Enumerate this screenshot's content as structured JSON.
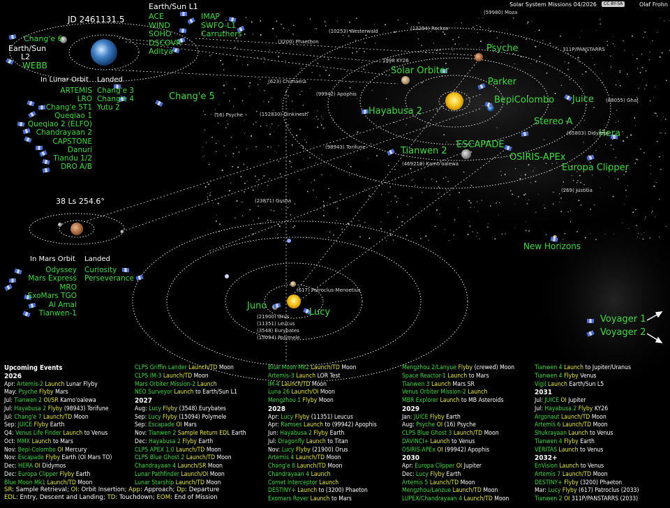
{
  "header": {
    "title": "Solar System Missions 04/2026",
    "license": "CC BY-SA",
    "author": "Olaf Frohn"
  },
  "earth_system": {
    "jd": "JD 2461131.5",
    "l1_title": "Earth/Sun L1",
    "l1_left": [
      "ACE",
      "WIND",
      "SOHO",
      "DSCOVR",
      "Aditya"
    ],
    "l1_right": [
      "IMAP",
      "SWFO-L1",
      "Carruthers"
    ],
    "l2_label": "Earth/Sun\nL2",
    "l2_line1": "Earth/Sun",
    "l2_line2": "L2",
    "webb": "WEBB",
    "change6": "Chang'e 6",
    "change5": "Chang'e 5",
    "lunar_orbit_title": "In Lunar Orbit",
    "landed_title": "Landed",
    "lunar_orbit": [
      "ARTEMIS",
      "LRO",
      "Chang'e 5T1",
      "Queqiao 1",
      "Queqiao 2 (ELFO)",
      "Chandrayaan 2",
      "CAPSTONE",
      "Danuri",
      "Tiandu 1/2",
      "DRO A/B"
    ],
    "lunar_landed": [
      "Chang'e 3",
      "Chang'e 4",
      "Yutu 2"
    ]
  },
  "mars_system": {
    "ls": "38 Ls 254.6°",
    "orbit_title": "In Mars Orbit",
    "landed_title": "Landed",
    "orbit": [
      "Odyssey",
      "Mars Express",
      "MRO",
      "ExoMars TGO",
      "Al Amal",
      "Tianwen-1"
    ],
    "landed": [
      "Curiosity",
      "Perseverance"
    ]
  },
  "inner_missions": {
    "psyche": "Psyche",
    "solar_orbiter": "Solar Orbiter",
    "parker": "Parker",
    "bepi": "BepiColombo",
    "juice": "Juice",
    "hayabusa2": "Hayabusa 2",
    "stereo": "Stereo A",
    "hera": "Hera",
    "escapade": "ESCAPADE",
    "tianwen2": "Tianwen 2",
    "osiris": "OSIRIS-APEx",
    "europa": "Europa Clipper",
    "new_horizons": "New Horizons",
    "juno": "Juno",
    "lucy": "Lucy",
    "voyager1": "Voyager 1",
    "voyager2": "Voyager 2"
  },
  "small_bodies": [
    {
      "id": "moza",
      "text": "(59980) Moza"
    },
    {
      "id": "westerwald",
      "text": "(10253) Westerwald"
    },
    {
      "id": "rockox",
      "text": "(13294) Rockox"
    },
    {
      "id": "phaethon",
      "text": "(3200) Phaethon"
    },
    {
      "id": "panstarrs",
      "text": "311P/PANSTARRS"
    },
    {
      "id": "ky26",
      "text": "1998 KY26"
    },
    {
      "id": "chimaera",
      "text": "(623) Chimaera"
    },
    {
      "id": "apophis",
      "text": "(99942) Apophis"
    },
    {
      "id": "ghaf",
      "text": "(88055) Ghaf"
    },
    {
      "id": "psyche16",
      "text": "(16) Psyche"
    },
    {
      "id": "dinkinesh",
      "text": "(152830) Dinkinesh"
    },
    {
      "id": "didymos",
      "text": "(65803) Didymos"
    },
    {
      "id": "torifune",
      "text": "(98943) Torifune"
    },
    {
      "id": "kamooalewa",
      "text": "(469219) Kamo'oalewa"
    },
    {
      "id": "justitia",
      "text": "(269) Justitia"
    },
    {
      "id": "gusha",
      "text": "(23871) Gusha"
    },
    {
      "id": "patroclus",
      "text": "(617) Patroclus-Menoetius"
    },
    {
      "id": "orus",
      "text": "(21900) Orus"
    },
    {
      "id": "leucus",
      "text": "(11351) Leucus"
    },
    {
      "id": "eurybates",
      "text": "(3548) Eurybates"
    },
    {
      "id": "polymele",
      "text": "(15094) Polymele"
    }
  ],
  "events_title": "Upcoming Events",
  "events": [
    [
      {
        "t": "year",
        "v": "2026"
      },
      {
        "m": "Apr:",
        "n": "Artemis-2",
        "a": "Launch",
        "r": "Lunar Flyby"
      },
      {
        "m": "May:",
        "n": "Psyche",
        "a": "Flyby",
        "r": "Mars"
      },
      {
        "m": "Jul:",
        "n": "Tianwen 2",
        "a": "OI/SR",
        "r": "Kamo'oalewa"
      },
      {
        "m": "Jul:",
        "n": "Hayabusa 2",
        "a": "Flyby",
        "r": "(98943) Torifune"
      },
      {
        "m": "Jul:",
        "n": "Chang'e 7",
        "a": "Launch/TD",
        "r": "Moon"
      },
      {
        "m": "Sep:",
        "n": "JUICE",
        "a": "Flyby",
        "r": "Earth"
      },
      {
        "m": "Q4:",
        "n": "Venus Life Finder",
        "a": "Launch",
        "r": "to Venus"
      },
      {
        "m": "Oct:",
        "n": "MMX",
        "a": "Launch",
        "r": "to Mars"
      },
      {
        "m": "Nov:",
        "n": "Bepi-Colombo",
        "a": "OI",
        "r": "Mercury"
      },
      {
        "m": "Nov:",
        "n": "Escapade",
        "a": "Flyby",
        "r": "Earth (OI Mars TO)"
      },
      {
        "m": "Dec:",
        "n": "HERA",
        "a": "OI",
        "r": "Didymos"
      },
      {
        "m": "Dec:",
        "n": "Europa Clipper",
        "a": "Flyby",
        "r": "Earth"
      },
      {
        "m": "",
        "n": "Blue Moon Mk1",
        "a": "Launch/TD",
        "r": "Moon"
      }
    ],
    [
      {
        "m": "",
        "n": "CLPS Griffin Lander",
        "a": "Launch/TD",
        "r": "Moon"
      },
      {
        "m": "",
        "n": "CLPS IM-3",
        "a": "Launch/TD",
        "r": "Moon"
      },
      {
        "m": "",
        "n": "Mars Orbiter Mission-2",
        "a": "Launch",
        "r": ""
      },
      {
        "m": "",
        "n": "NEO Surveyor",
        "a": "Launch",
        "r": "to Earth/Sun L1"
      },
      {
        "t": "year",
        "v": "2027"
      },
      {
        "m": "Aug:",
        "n": "Lucy",
        "a": "Flyby",
        "r": "(3548) Eurybates"
      },
      {
        "m": "Sep:",
        "n": "Lucy",
        "a": "Flyby",
        "r": "(15094) Polymele"
      },
      {
        "m": "Sep:",
        "n": "Escapade",
        "a": "OI",
        "r": "Mars"
      },
      {
        "m": "Nov:",
        "n": "Tianwen 2",
        "a": "Sample Return EDL",
        "r": "Earth"
      },
      {
        "m": "Dec:",
        "n": "Hayabusa 2",
        "a": "Flyby",
        "r": "Earth"
      },
      {
        "m": "",
        "n": "CLPS APEX 1.0",
        "a": "Launch/TD",
        "r": "Moon"
      },
      {
        "m": "",
        "n": "CLPS Blue Ghost 2",
        "a": "Launch/TD",
        "r": "Moon"
      },
      {
        "m": "",
        "n": "Chandrayaan 4",
        "a": "Launch/SR",
        "r": "Moon"
      },
      {
        "m": "",
        "n": "Lunar Pathfinder",
        "a": "Launch/OI",
        "r": "Moon"
      },
      {
        "m": "",
        "n": "Lunar Starship",
        "a": "Launch/TD",
        "r": "Moon"
      }
    ],
    [
      {
        "m": "",
        "n": "Blue Moon Mk2",
        "a": "Launch/TD",
        "r": "Moon"
      },
      {
        "m": "",
        "n": "Artemis-3",
        "a": "Launch",
        "r": "LOR Test"
      },
      {
        "m": "",
        "n": "IM-4",
        "a": "Launch/TD",
        "r": "Moon"
      },
      {
        "m": "",
        "n": "Luna 26",
        "a": "Launch/OI",
        "r": "Moon"
      },
      {
        "m": "",
        "n": "Mengzhou 1",
        "a": "Flyby",
        "r": "Moon"
      },
      {
        "t": "year",
        "v": "2028"
      },
      {
        "m": "Apr:",
        "n": "Lucy",
        "a": "Flyby",
        "r": "(11351) Leucus"
      },
      {
        "m": "Apr:",
        "n": "Ramses",
        "a": "Launch",
        "r": "to (99942) Apophis"
      },
      {
        "m": "Jun:",
        "n": "Hayabusa 2",
        "a": "Flyby",
        "r": "Earth"
      },
      {
        "m": "Jul:",
        "n": "Dragonfly",
        "a": "Launch",
        "r": "to Titan"
      },
      {
        "m": "Nov:",
        "n": "Lucy",
        "a": "Flyby",
        "r": "(21900) Orus"
      },
      {
        "m": "",
        "n": "Artemis 4",
        "a": "Launch/TD",
        "r": "Moon"
      },
      {
        "m": "",
        "n": "Chang'e 8",
        "a": "Launch/TD",
        "r": "Moon"
      },
      {
        "m": "",
        "n": "Chandrayaan 4",
        "a": "Launch",
        "r": ""
      },
      {
        "m": "",
        "n": "Comet Interceptor",
        "a": "Launch",
        "r": ""
      },
      {
        "m": "",
        "n": "DESTINY+",
        "a": "Launch",
        "r": "to (3200) Phaeton"
      },
      {
        "m": "",
        "n": "Exomars Rover",
        "a": "Launch",
        "r": "to Mars"
      }
    ],
    [
      {
        "m": "",
        "n": "Mengzhou 2/Lanyue",
        "a": "Flyby",
        "r": "(crewed) Moon"
      },
      {
        "m": "",
        "n": "Space Reactor-1",
        "a": "Launch",
        "r": "to Mars"
      },
      {
        "m": "",
        "n": "Tianwen 3",
        "a": "Launch",
        "r": "Mars SR"
      },
      {
        "m": "",
        "n": "Venus Orbiter Mission-2",
        "a": "Launch",
        "r": ""
      },
      {
        "m": "",
        "n": "MBR Explorer",
        "a": "Launch",
        "r": "to MB Asteroids"
      },
      {
        "t": "year",
        "v": "2029"
      },
      {
        "m": "Jan:",
        "n": "JUICE",
        "a": "Flyby",
        "r": "Earth"
      },
      {
        "m": "Aug:",
        "n": "Psyche",
        "a": "OI",
        "r": "(16) Psyche"
      },
      {
        "m": "",
        "n": "CLPS Blue Ghost 3",
        "a": "Launch/TD",
        "r": "Moon"
      },
      {
        "m": "",
        "n": "DAVINCI+",
        "a": "Launch",
        "r": "to Venus"
      },
      {
        "m": "",
        "n": "OSIRIS-APEx",
        "a": "OI",
        "r": "(99942) Apophis"
      },
      {
        "t": "year",
        "v": "2030"
      },
      {
        "m": "Apr:",
        "n": "Europa Clipper",
        "a": "OI",
        "r": "Jupiter"
      },
      {
        "m": "Dec:",
        "n": "Lucy",
        "a": "Flyby",
        "r": "Earth"
      },
      {
        "m": "",
        "n": "Artemis 5",
        "a": "Launch/TD",
        "r": "Moon"
      },
      {
        "m": "",
        "n": "Mengzhou/Lanzue",
        "a": "Launch/TD",
        "r": "Moon"
      },
      {
        "m": "",
        "n": "LUPEX/Chandrayaan 4",
        "a": "Launch/TD",
        "r": "Moon"
      }
    ],
    [
      {
        "m": "",
        "n": "Tianwen 4",
        "a": "Launch",
        "r": "to Jupiter/Uranus"
      },
      {
        "m": "",
        "n": "Tianwen 4",
        "a": "Flyby",
        "r": "Venus"
      },
      {
        "m": "",
        "n": "Vigil",
        "a": "Launch",
        "r": "Earth/Sun L5"
      },
      {
        "t": "year",
        "v": "2031"
      },
      {
        "m": "Jul:",
        "n": "JUICE",
        "a": "OI",
        "r": "Jupiter"
      },
      {
        "m": "Jul:",
        "n": "Hayabusa 2",
        "a": "Flyby",
        "r": "KY26"
      },
      {
        "m": "",
        "n": "Argonaut",
        "a": "Launch/TD",
        "r": "Moon"
      },
      {
        "m": "",
        "n": "Artemis 6",
        "a": "Launch/TD",
        "r": "Moon"
      },
      {
        "m": "",
        "n": "Shukrayaan",
        "a": "Launch",
        "r": "to Venus"
      },
      {
        "m": "",
        "n": "Tianwen 4",
        "a": "Flyby",
        "r": "Earth"
      },
      {
        "m": "",
        "n": "VERITAS",
        "a": "Launch",
        "r": "to Venus"
      },
      {
        "t": "year",
        "v": "2032+"
      },
      {
        "m": "",
        "n": "EnVision",
        "a": "Launch",
        "r": "to Venus"
      },
      {
        "m": "",
        "n": "Artemis 7",
        "a": "Launch/TD",
        "r": "Moon"
      },
      {
        "m": "",
        "n": "DESTINY+",
        "a": "Flyby",
        "r": "(3200) Phaeton"
      },
      {
        "m": "Mar:",
        "n": "Lucy",
        "a": "Flyby",
        "r": "(617) Patroclus (2033)"
      },
      {
        "m": "",
        "n": "Tianwen 2",
        "a": "OI",
        "r": "311P/PANSTARRS (2033)"
      }
    ]
  ],
  "legend": {
    "line1": [
      {
        "k": "SR",
        "v": ": Sample Retrieval; "
      },
      {
        "k": "OI",
        "v": ": Orbit Insertion; "
      },
      {
        "k": "App",
        "v": ": Approach; "
      },
      {
        "k": "Dp",
        "v": ": Departure"
      }
    ],
    "line2": [
      {
        "k": "EDL",
        "v": ": Entry, Descent and Landing; "
      },
      {
        "k": "TD",
        "v": ": Touchdown; "
      },
      {
        "k": "EOM",
        "v": ": End of Mission"
      }
    ]
  }
}
